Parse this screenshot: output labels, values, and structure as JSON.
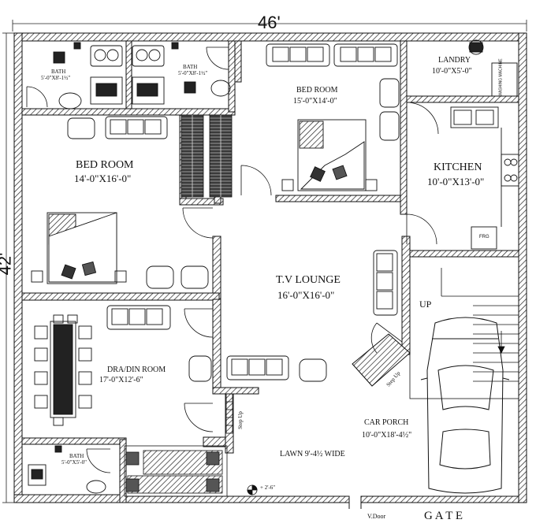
{
  "plan": {
    "overall_width": "46'",
    "overall_depth": "42'"
  },
  "rooms": {
    "bath_left": {
      "name": "BATH",
      "size": "5'-0\"X8'-1½\""
    },
    "bath_right": {
      "name": "BATH",
      "size": "5'-0\"X8'-1½\""
    },
    "bed_room_top": {
      "name": "BED ROOM",
      "size": "15'-0\"X14'-0\""
    },
    "landry": {
      "name": "LANDRY",
      "size": "10'-0\"X5'-0\""
    },
    "washing_machine": "WASHING MACHINE",
    "bed_room_left": {
      "name": "BED ROOM",
      "size": "14'-0\"X16'-0\""
    },
    "kitchen": {
      "name": "KITCHEN",
      "size": "10'-0\"X13'-0\""
    },
    "fridge": "FRG",
    "tv_lounge": {
      "name": "T.V LOUNGE",
      "size": "16'-0\"X16'-0\""
    },
    "dra_din_room": {
      "name": "DRA/DIN ROOM",
      "size": "17'-0\"X12'-6\""
    },
    "car_porch": {
      "name": "CAR PORCH",
      "size": "10'-0\"X18'-4½\""
    },
    "lawn": "LAWN 9'-4½ WIDE",
    "bath_bottom": {
      "name": "BATH",
      "size": "5'-0\"X5'-0\""
    }
  },
  "annotations": {
    "stair_up": "UP",
    "step_up_1": "Step Up",
    "step_up_2": "Step Up",
    "level": "+ 2'-6\"",
    "v_door": "V.Door",
    "gate": "G A T E"
  }
}
